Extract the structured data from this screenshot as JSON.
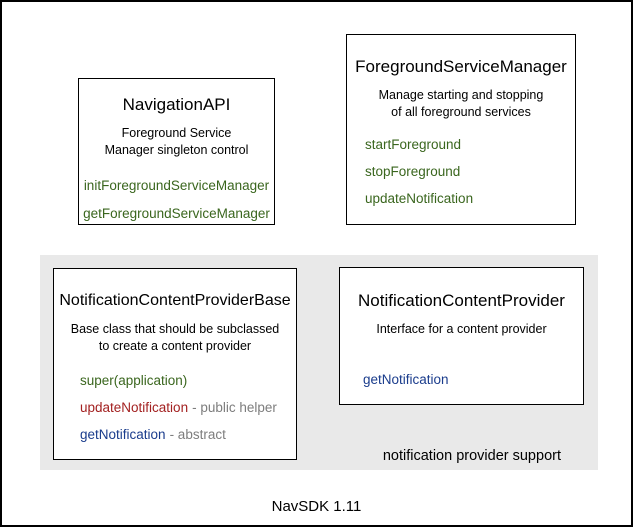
{
  "diagram": {
    "sdk_label": "NavSDK 1.11",
    "group_label": "notification provider support",
    "colors": {
      "method_green": "#3a661e",
      "method_red": "#a32121",
      "method_blue": "#1a3c8c",
      "annotation_gray": "#7d7d7d",
      "group_background": "#e9e9e9",
      "box_border": "#000000"
    },
    "boxes": [
      {
        "id": "navigation-api",
        "title": "NavigationAPI",
        "description": [
          "Foreground Service",
          "Manager singleton control"
        ],
        "methods": [
          {
            "label": "initForegroundServiceManager",
            "color": "green"
          },
          {
            "label": "getForegroundServiceManager",
            "color": "green"
          }
        ]
      },
      {
        "id": "foreground-service-manager",
        "title": "ForegroundServiceManager",
        "description": [
          "Manage starting and stopping",
          "of all foreground services"
        ],
        "methods": [
          {
            "label": "startForeground",
            "color": "green"
          },
          {
            "label": "stopForeground",
            "color": "green"
          },
          {
            "label": "updateNotification",
            "color": "green"
          }
        ]
      },
      {
        "id": "notification-content-provider-base",
        "title": "NotificationContentProviderBase",
        "description": [
          "Base class that should be subclassed",
          "to create a content provider"
        ],
        "methods": [
          {
            "label": "super(application)",
            "color": "green"
          },
          {
            "label": "updateNotification",
            "color": "red",
            "annotation": "- public helper"
          },
          {
            "label": "getNotification",
            "color": "blue",
            "annotation": "- abstract"
          }
        ]
      },
      {
        "id": "notification-content-provider",
        "title": "NotificationContentProvider",
        "description": [
          "Interface for a content provider"
        ],
        "methods": [
          {
            "label": "getNotification",
            "color": "blue"
          }
        ]
      }
    ]
  }
}
